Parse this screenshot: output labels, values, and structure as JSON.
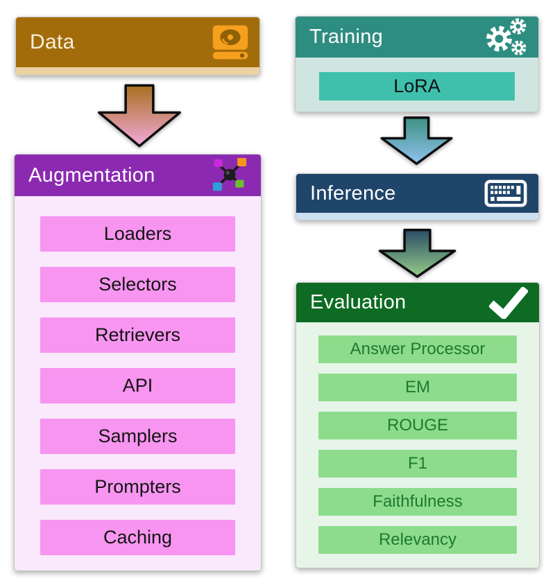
{
  "sections": {
    "data": {
      "title": "Data",
      "icon": "hard-drive-icon",
      "colors": {
        "header": "#A36C0B",
        "strip": "#EBD3A1",
        "icon": "#F5A01E"
      }
    },
    "augmentation": {
      "title": "Augmentation",
      "icon": "network-icon",
      "colors": {
        "header": "#8B2AB1",
        "body": "#FAE8FC",
        "item": "#F795F0",
        "item_text": "#141414"
      },
      "items": [
        "Loaders",
        "Selectors",
        "Retrievers",
        "API",
        "Samplers",
        "Prompters",
        "Caching"
      ]
    },
    "training": {
      "title": "Training",
      "icon": "gears-icon",
      "colors": {
        "header": "#2E8D81",
        "body": "#CFE5DF",
        "item": "#3EC0AC",
        "item_text": "#101010"
      },
      "items": [
        "LoRA"
      ]
    },
    "inference": {
      "title": "Inference",
      "icon": "keyboard-icon",
      "colors": {
        "header": "#20456A",
        "strip": "#CDDFF2"
      }
    },
    "evaluation": {
      "title": "Evaluation",
      "icon": "checkmark-icon",
      "colors": {
        "header": "#0D6B23",
        "body": "#E6F5E7",
        "item": "#8CDC8C",
        "item_text": "#1E7A2E"
      },
      "items": [
        "Answer Processor",
        "EM",
        "ROUGE",
        "F1",
        "Faithfulness",
        "Relevancy"
      ]
    }
  },
  "arrows": [
    {
      "from": "Data",
      "to": "Augmentation",
      "gradient_top": "#A9701F",
      "gradient_bottom": "#F4A9DB"
    },
    {
      "from": "Training",
      "to": "Inference",
      "gradient_top": "#3E9184",
      "gradient_bottom": "#8FC2EE"
    },
    {
      "from": "Inference",
      "to": "Evaluation",
      "gradient_top": "#2C4C66",
      "gradient_bottom": "#93CE88"
    }
  ]
}
